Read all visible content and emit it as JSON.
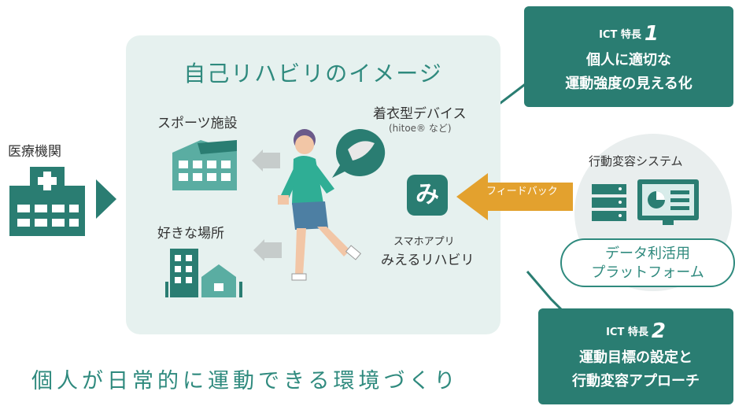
{
  "hospital": {
    "label": "医療機関"
  },
  "panel": {
    "title": "自己リハビリのイメージ"
  },
  "sports": {
    "label": "スポーツ施設"
  },
  "favorite": {
    "label": "好きな場所"
  },
  "device": {
    "label": "着衣型デバイス",
    "sub": "(hitoe® など)"
  },
  "app": {
    "line1": "スマホアプリ",
    "line2": "みえるリハビリ",
    "icon_char": "み"
  },
  "feedback": {
    "label": "フィードバック"
  },
  "system": {
    "label": "行動変容システム"
  },
  "platform": {
    "line1": "データ利活用",
    "line2": "プラットフォーム"
  },
  "ict1": {
    "prefix": "ICT 特長",
    "number": "1",
    "line1": "個人に適切な",
    "line2": "運動強度の見える化"
  },
  "ict2": {
    "prefix": "ICT 特長",
    "number": "2",
    "line1": "運動目標の設定と",
    "line2": "行動変容アプローチ"
  },
  "tagline": "個人が日常的に運動できる環境づくり",
  "colors": {
    "teal": "#2a7d72",
    "light_teal": "#5aada2",
    "orange": "#e3a12e",
    "panel_bg": "#e6f1ef"
  }
}
